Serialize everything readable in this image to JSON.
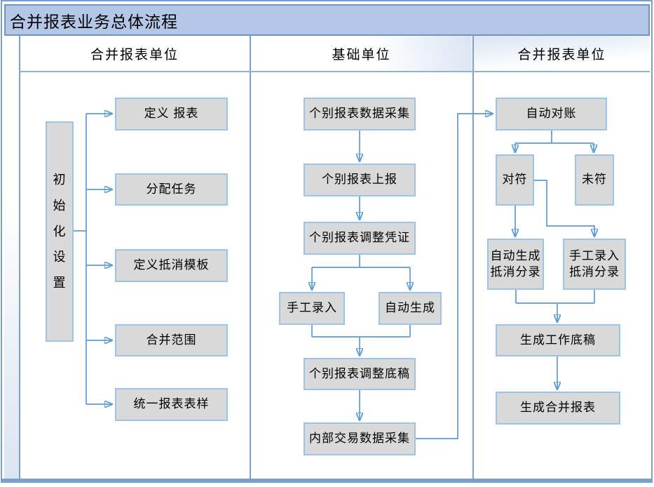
{
  "title": "合并报表业务总体流程",
  "lanes": [
    {
      "label": "合并报表单位"
    },
    {
      "label": "基础单位"
    },
    {
      "label": "合并报表单位"
    }
  ],
  "setup": {
    "root": "初始化设置",
    "define_report": "定义 报表",
    "assign_task": "分配任务",
    "define_offset_template": "定义抵消模板",
    "merge_scope": "合并范围",
    "unified_report_style": "统一报表表样"
  },
  "base_unit": {
    "collect_data": "个别报表数据采集",
    "submit_report": "个别报表上报",
    "adjust_voucher": "个别报表调整凭证",
    "manual_entry": "手工录入",
    "auto_generate": "自动生成",
    "adjust_draft": "个别报表调整底稿",
    "internal_trade_collect": "内部交易数据采集"
  },
  "consolidation": {
    "auto_reconcile": "自动对账",
    "matched": "对符",
    "unmatched": "未符",
    "auto_offset_entry": "自动生成抵消分录",
    "manual_offset_entry": "手工录入抵消分录",
    "generate_working_paper": "生成工作底稿",
    "generate_consolidated_report": "生成合并报表"
  },
  "colors": {
    "arrow": "#5b9bd5",
    "box_fill": "#d9d9d9",
    "box_border": "#9dc3e6",
    "frame_border": "#7aa0c9",
    "title_bar_fill": "#b5c7e7"
  }
}
